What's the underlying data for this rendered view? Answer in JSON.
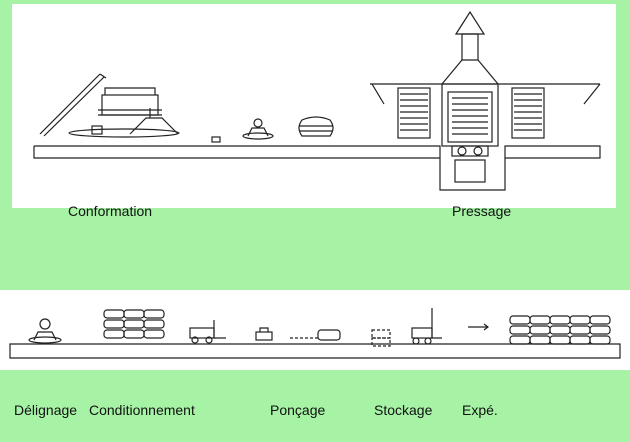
{
  "top_labels": {
    "conformation": "Conformation",
    "pressage": "Pressage"
  },
  "bottom_labels": {
    "delignage": "Délignage",
    "conditionnement": "Conditionnement",
    "poncage": "Ponçage",
    "stockage": "Stockage",
    "expe": "Expé."
  },
  "colors": {
    "background": "#a6f3a6",
    "panel": "#ffffff",
    "line": "#222222"
  }
}
